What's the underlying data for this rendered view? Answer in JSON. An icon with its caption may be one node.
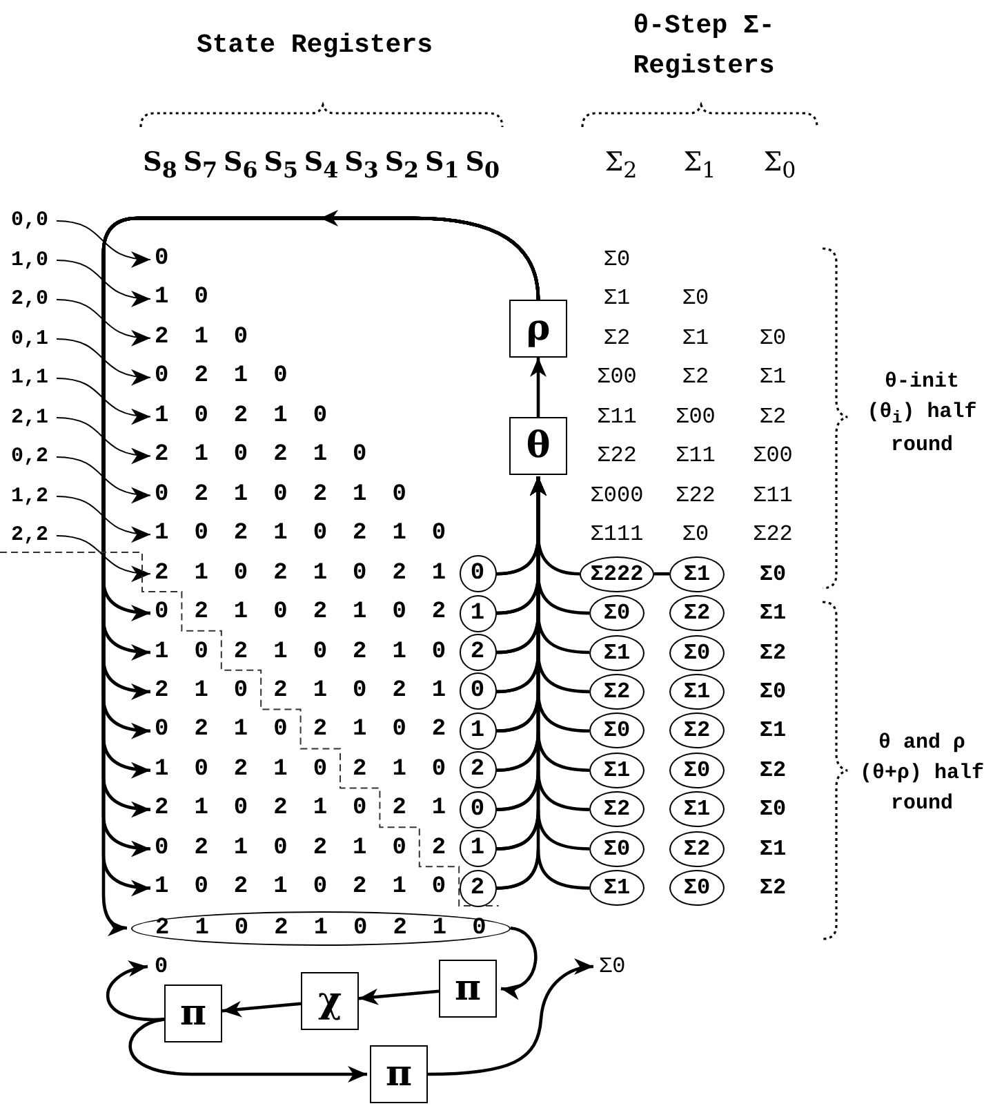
{
  "diagram": {
    "nodes": [
      {
        "text": [
          "0,0"
        ]
      },
      {
        "text": [
          "1,0"
        ]
      },
      {
        "text": [
          "2,0"
        ]
      },
      {
        "text": [
          "0,1"
        ]
      },
      {
        "text": [
          "1,1"
        ]
      },
      {
        "text": [
          "2,1"
        ]
      },
      {
        "text": [
          "0,2"
        ]
      },
      {
        "text": [
          "1,2"
        ]
      },
      {
        "text": [
          "2,2"
        ]
      },
      {
        "text": [
          "0"
        ]
      },
      {
        "text": [
          "1 0"
        ]
      },
      {
        "text": [
          "2 1 0"
        ]
      },
      {
        "text": [
          "0 2 1 0"
        ]
      },
      {
        "text": [
          "1 0 2 1 0"
        ]
      },
      {
        "text": [
          "2 1 0 2 1 0"
        ]
      },
      {
        "text": [
          "0 2 1 0 2 1 0"
        ]
      },
      {
        "text": [
          "1 0 2 1 0 2 1 0"
        ]
      },
      {
        "text": [
          "2 1 0 2 1 0 2 1"
        ]
      },
      {
        "text": [
          "0 2 1 0 2 1 0 2"
        ]
      },
      {
        "text": [
          "1 0 2 1 0 2 1 0"
        ]
      },
      {
        "text": [
          "2 1 0 2 1 0 2 1"
        ]
      },
      {
        "text": [
          "0 2 1 0 2 1 0 2"
        ]
      },
      {
        "text": [
          "1 0 2 1 0 2 1 0"
        ]
      },
      {
        "text": [
          "2 1 0 2 1 0 2 1"
        ]
      },
      {
        "text": [
          "0 2 1 0 2 1 0 2"
        ]
      },
      {
        "text": [
          "1 0 2 1 0 2 1 0"
        ]
      },
      {
        "text": [
          "2 1 0 2 1 0 2 1 0"
        ]
      },
      {
        "text": [
          "0"
        ]
      },
      {
        "text": [
          "1"
        ]
      },
      {
        "text": [
          "2"
        ]
      },
      {
        "text": [
          "0"
        ]
      },
      {
        "text": [
          "1"
        ]
      },
      {
        "text": [
          "2"
        ]
      },
      {
        "text": [
          "0"
        ]
      },
      {
        "text": [
          "1"
        ]
      },
      {
        "text": [
          "2"
        ]
      },
      {
        "text": [
          "Σ222"
        ]
      },
      {
        "text": [
          "Σ1"
        ]
      },
      {
        "text": [
          "Σ0"
        ]
      },
      {
        "text": [
          "Σ2"
        ]
      },
      {
        "text": [
          "Σ1"
        ]
      },
      {
        "text": [
          "Σ0"
        ]
      },
      {
        "text": [
          "Σ2"
        ]
      },
      {
        "text": [
          "Σ1"
        ]
      },
      {
        "text": [
          "Σ0"
        ]
      },
      {
        "text": [
          "Σ2"
        ]
      },
      {
        "text": [
          "Σ1"
        ]
      },
      {
        "text": [
          "Σ0"
        ]
      },
      {
        "text": [
          "Σ2"
        ]
      },
      {
        "text": [
          "Σ1"
        ]
      },
      {
        "text": [
          "Σ0"
        ]
      },
      {
        "text": [
          "Σ2"
        ]
      },
      {
        "text": [
          "Σ1"
        ]
      },
      {
        "text": [
          "Σ0"
        ]
      },
      {
        "text": [
          "θ"
        ]
      },
      {
        "text": [
          "ρ"
        ]
      },
      {
        "text": [
          "π"
        ]
      },
      {
        "text": [
          "χ"
        ]
      },
      {
        "text": [
          "π"
        ]
      },
      {
        "text": [
          "π"
        ]
      },
      {
        "text": [
          "0"
        ]
      },
      {
        "text": [
          "Σ0"
        ]
      }
    ],
    "edges": [
      {
        "from": 0,
        "to": 9,
        "arrow": "to"
      },
      {
        "from": 1,
        "to": 10,
        "arrow": "to"
      },
      {
        "from": 2,
        "to": 11,
        "arrow": "to"
      },
      {
        "from": 3,
        "to": 12,
        "arrow": "to"
      },
      {
        "from": 4,
        "to": 13,
        "arrow": "to"
      },
      {
        "from": 5,
        "to": 14,
        "arrow": "to"
      },
      {
        "from": 6,
        "to": 15,
        "arrow": "to"
      },
      {
        "from": 7,
        "to": 16,
        "arrow": "to"
      },
      {
        "from": 8,
        "to": 17,
        "arrow": "to"
      },
      {
        "from": 55,
        "to": 18,
        "arrow": "to"
      },
      {
        "from": 55,
        "to": 19,
        "arrow": "to"
      },
      {
        "from": 55,
        "to": 20,
        "arrow": "to"
      },
      {
        "from": 55,
        "to": 21,
        "arrow": "to"
      },
      {
        "from": 55,
        "to": 22,
        "arrow": "to"
      },
      {
        "from": 55,
        "to": 23,
        "arrow": "to"
      },
      {
        "from": 55,
        "to": 24,
        "arrow": "to"
      },
      {
        "from": 55,
        "to": 25,
        "arrow": "to"
      },
      {
        "from": 55,
        "to": 26,
        "arrow": "to"
      },
      {
        "from": 54,
        "to": 55,
        "arrow": "to"
      },
      {
        "from": 27,
        "to": 54,
        "arrow": "to"
      },
      {
        "from": 28,
        "to": 54,
        "arrow": "to"
      },
      {
        "from": 29,
        "to": 54,
        "arrow": "to"
      },
      {
        "from": 30,
        "to": 54,
        "arrow": "to"
      },
      {
        "from": 31,
        "to": 54,
        "arrow": "to"
      },
      {
        "from": 32,
        "to": 54,
        "arrow": "to"
      },
      {
        "from": 33,
        "to": 54,
        "arrow": "to"
      },
      {
        "from": 34,
        "to": 54,
        "arrow": "to"
      },
      {
        "from": 35,
        "to": 54,
        "arrow": "to"
      },
      {
        "from": 27,
        "to": 36,
        "arrow": "none"
      },
      {
        "from": 28,
        "to": 38,
        "arrow": "none"
      },
      {
        "from": 29,
        "to": 40,
        "arrow": "none"
      },
      {
        "from": 30,
        "to": 42,
        "arrow": "none"
      },
      {
        "from": 31,
        "to": 44,
        "arrow": "none"
      },
      {
        "from": 32,
        "to": 46,
        "arrow": "none"
      },
      {
        "from": 33,
        "to": 48,
        "arrow": "none"
      },
      {
        "from": 34,
        "to": 50,
        "arrow": "none"
      },
      {
        "from": 35,
        "to": 52,
        "arrow": "none"
      },
      {
        "from": 36,
        "to": 37,
        "arrow": "none"
      },
      {
        "from": 26,
        "to": 56,
        "arrow": "to"
      },
      {
        "from": 56,
        "to": 57,
        "arrow": "to"
      },
      {
        "from": 57,
        "to": 58,
        "arrow": "to"
      },
      {
        "from": 58,
        "to": 60,
        "arrow": "to"
      },
      {
        "from": 58,
        "to": 59,
        "arrow": "to"
      },
      {
        "from": 59,
        "to": 61,
        "arrow": "to"
      }
    ],
    "labels": [
      "State Registers",
      "θ-Step Σ-Registers",
      "S$_{8}$",
      "S$_{7}$",
      "S$_{6}$",
      "S$_{5}$",
      "S$_{4}$",
      "S$_{3}$",
      "S$_{2}$",
      "S$_{1}$",
      "S$_{0}$",
      "Σ$_{2}$",
      "Σ$_{1}$",
      "Σ$_{0}$",
      "Σ0",
      "Σ1",
      "Σ0",
      "Σ2",
      "Σ1",
      "Σ0",
      "Σ00",
      "Σ2",
      "Σ1",
      "Σ11",
      "Σ00",
      "Σ2",
      "Σ22",
      "Σ11",
      "Σ00",
      "Σ000",
      "Σ22",
      "Σ11",
      "Σ111",
      "Σ0",
      "Σ22",
      "Σ0",
      "Σ1",
      "Σ2",
      "Σ0",
      "Σ1",
      "Σ2",
      "Σ0",
      "Σ1",
      "Σ2",
      "θ-init (θ$_{i}$) half round",
      "θ and ρ (θ+ρ) half round"
    ]
  }
}
